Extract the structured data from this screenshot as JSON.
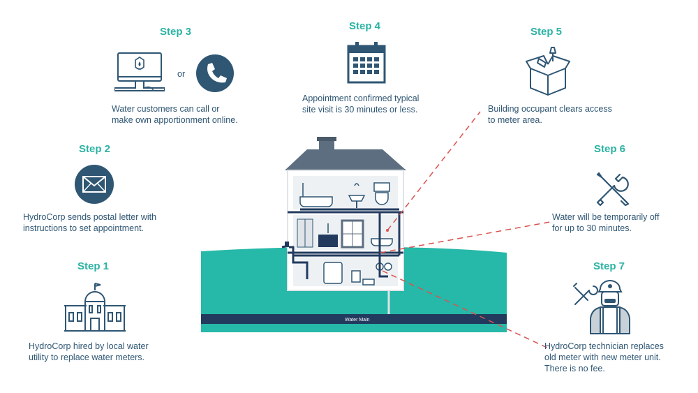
{
  "steps": [
    {
      "title": "Step 1",
      "text": [
        "HydroCorp hired by local water",
        "utility to replace water meters."
      ],
      "icon": "government-building-icon"
    },
    {
      "title": "Step 2",
      "text": [
        "HydroCorp sends postal letter with",
        "instructions to set appointment."
      ],
      "icon": "envelope-icon"
    },
    {
      "title": "Step 3",
      "text": [
        "Water customers can call or",
        "make own apportionment online."
      ],
      "icon": "computer-monitor-icon",
      "icon2": "phone-icon",
      "connector": "or"
    },
    {
      "title": "Step 4",
      "text": [
        "Appointment confirmed typical",
        "site visit is 30 minutes or less."
      ],
      "icon": "calendar-icon"
    },
    {
      "title": "Step 5",
      "text": [
        "Building occupant clears access",
        "to meter area."
      ],
      "icon": "open-box-icon"
    },
    {
      "title": "Step 6",
      "text": [
        "Water will be temporarily off",
        "for up to 30 minutes."
      ],
      "icon": "tools-icon"
    },
    {
      "title": "Step 7",
      "text": [
        "HydroCorp technician replaces",
        "old meter with new meter unit.",
        "There is no fee."
      ],
      "icon": "technician-icon"
    }
  ],
  "house": {
    "water_main_label": "Water Main"
  },
  "colors": {
    "teal": "#2bb3a3",
    "navy": "#2f5673",
    "ground": "#26b8a8",
    "roof": "#5d6e80",
    "main": "#223a5e",
    "dash": "#d9534f"
  }
}
